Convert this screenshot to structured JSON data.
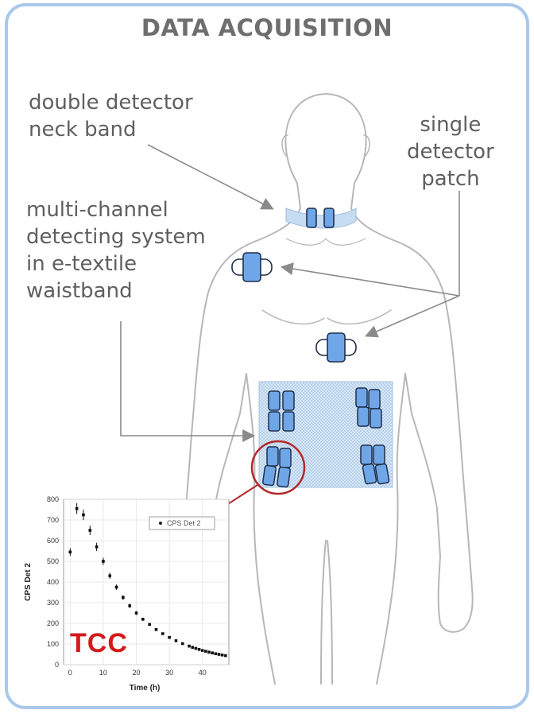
{
  "title": "DATA ACQUISITION",
  "labels": {
    "neck_band": [
      "double detector",
      "neck band"
    ],
    "single_patch": [
      "single",
      "detector",
      "patch"
    ],
    "waistband": [
      "multi-channel",
      "detecting system",
      "in e-textile",
      "waistband"
    ]
  },
  "brand_text": "TCC",
  "colors": {
    "frame": "#a9c9ea",
    "detector_fill": "#6fa6e8",
    "band_fill": "#c9dff5",
    "highlight": "#b3282a",
    "label_text": "#5f5f5f"
  },
  "chart_data": {
    "type": "scatter",
    "xlabel": "Time (h)",
    "ylabel": "CPS Det 2",
    "xlim": [
      -2,
      48
    ],
    "ylim": [
      0,
      800
    ],
    "x_ticks": [
      "0",
      "10",
      "20",
      "30",
      "40"
    ],
    "y_ticks": [
      "0",
      "100",
      "200",
      "300",
      "400",
      "500",
      "600",
      "700",
      "800"
    ],
    "legend": "CPS Det 2",
    "legend_position": "top-right",
    "error_bars": true,
    "series": [
      {
        "name": "CPS Det 2",
        "x": [
          0,
          2,
          4,
          6,
          8,
          10,
          12,
          14,
          16,
          18,
          20,
          22,
          24,
          26,
          28,
          30,
          32,
          34,
          36,
          37,
          38,
          39,
          40,
          41,
          42,
          43,
          44,
          45,
          46,
          47
        ],
        "y": [
          545,
          755,
          725,
          650,
          570,
          500,
          430,
          375,
          325,
          285,
          250,
          220,
          195,
          170,
          150,
          132,
          116,
          102,
          90,
          84,
          79,
          74,
          69,
          65,
          61,
          57,
          53,
          50,
          47,
          44
        ]
      }
    ]
  }
}
